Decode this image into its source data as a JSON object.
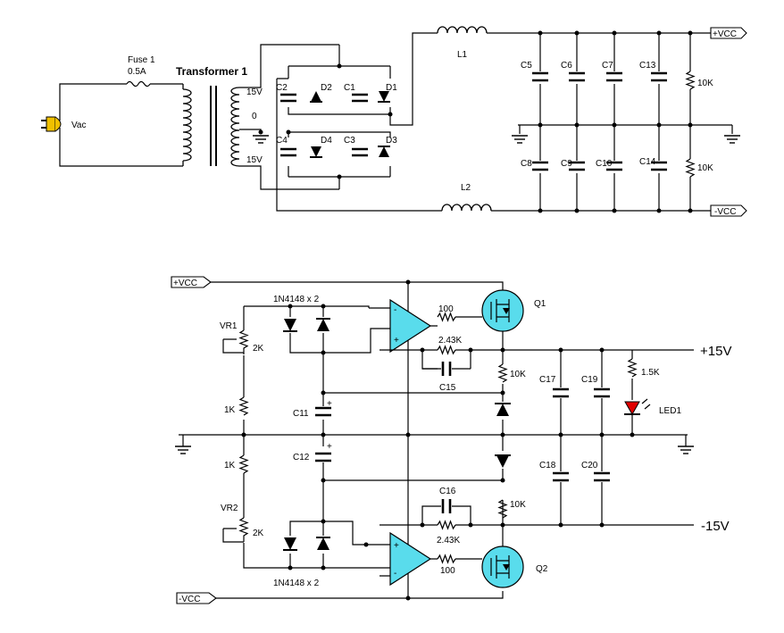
{
  "labels": {
    "vac": "Vac",
    "fuse": "Fuse 1",
    "fuse_rating": "0.5A",
    "transformer": "Transformer 1",
    "tap_top": "15V",
    "tap_mid": "0",
    "tap_bot": "15V",
    "c1": "C1",
    "c2": "C2",
    "c3": "C3",
    "c4": "C4",
    "d1": "D1",
    "d2": "D2",
    "d3": "D3",
    "d4": "D4",
    "l1": "L1",
    "l2": "L2",
    "c5": "C5",
    "c6": "C6",
    "c7": "C7",
    "c8": "C8",
    "c9": "C9",
    "c10": "C10",
    "c13": "C13",
    "c14": "C14",
    "r_10k_top": "10K",
    "r_10k_bot": "10K",
    "vcc_pos_out": "+VCC",
    "vcc_neg_out": "-VCC",
    "vcc_pos_in": "+VCC",
    "vcc_neg_in": "-VCC",
    "diodes_top": "1N4148 x 2",
    "diodes_bot": "1N4148 x 2",
    "vr1": "VR1",
    "vr1_val": "2K",
    "vr2": "VR2",
    "vr2_val": "2K",
    "r1k_top": "1K",
    "r1k_bot": "1K",
    "c11": "C11",
    "c12": "C12",
    "r100_top": "100",
    "r100_bot": "100",
    "r243_top": "2.43K",
    "r243_bot": "2.43K",
    "c15": "C15",
    "c16": "C16",
    "q1": "Q1",
    "q2": "Q2",
    "r10k_q1": "10K",
    "r10k_q2": "10K",
    "c17": "C17",
    "c18": "C18",
    "c19": "C19",
    "c20": "C20",
    "r15k": "1.5K",
    "led1": "LED1",
    "out_pos": "+15V",
    "out_neg": "-15V",
    "plus": "+",
    "minus": "-"
  },
  "colors": {
    "opamp_fill": "#59dcec",
    "mosfet_fill": "#59dcec",
    "led_fill": "#e00000",
    "ground_wire": "#000000"
  }
}
